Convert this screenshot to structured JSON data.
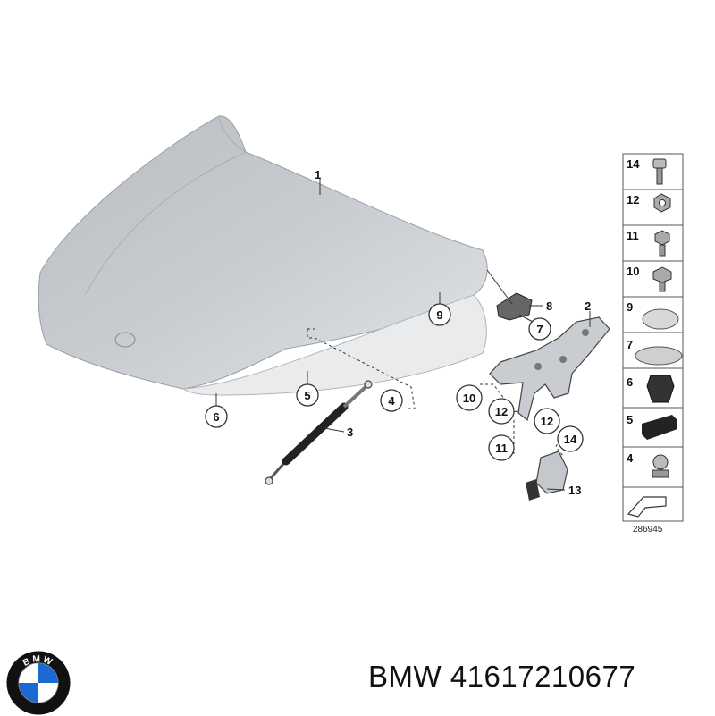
{
  "callouts": {
    "c1": "1",
    "c2": "2",
    "c3": "3",
    "c4": "4",
    "c5": "5",
    "c6": "6",
    "c7": "7",
    "c8": "8",
    "c9": "9",
    "c10": "10",
    "c11": "11",
    "c12a": "12",
    "c12b": "12",
    "c13": "13",
    "c14": "14"
  },
  "parts_panel": [
    "14",
    "12",
    "11",
    "10",
    "9",
    "7",
    "6",
    "5",
    "4"
  ],
  "diagram_number": "286945",
  "caption": "BMW 41617210677",
  "logo": {
    "text": "BMW",
    "colors": {
      "blue": "#1c69d4",
      "ring": "#111111",
      "white": "#ffffff"
    }
  }
}
